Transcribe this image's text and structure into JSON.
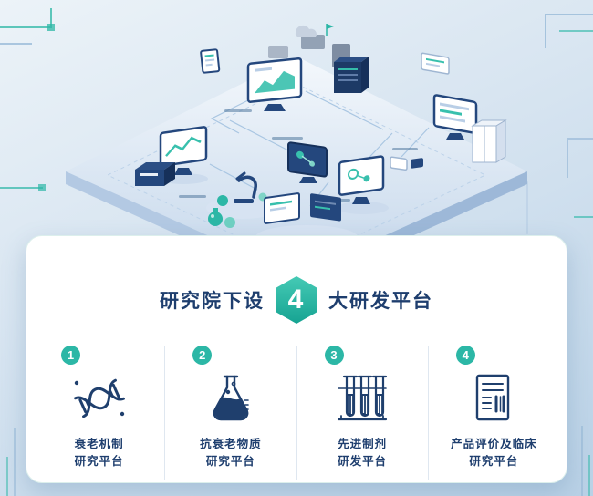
{
  "accent_color": "#2cb7a6",
  "text_color": "#1e3e6e",
  "card": {
    "title": {
      "prefix": "研究院下设",
      "number": "4",
      "suffix": "大研发平台"
    },
    "platforms": [
      {
        "index": "1",
        "icon": "dna-icon",
        "label_line1": "衰老机制",
        "label_line2": "研究平台"
      },
      {
        "index": "2",
        "icon": "flask-icon",
        "label_line1": "抗衰老物质",
        "label_line2": "研究平台"
      },
      {
        "index": "3",
        "icon": "test-tubes-icon",
        "label_line1": "先进制剂",
        "label_line2": "研发平台"
      },
      {
        "index": "4",
        "icon": "document-report-icon",
        "label_line1": "产品评价及临床",
        "label_line2": "研究平台"
      }
    ]
  },
  "illustration": {
    "name": "isometric-research-platform"
  }
}
